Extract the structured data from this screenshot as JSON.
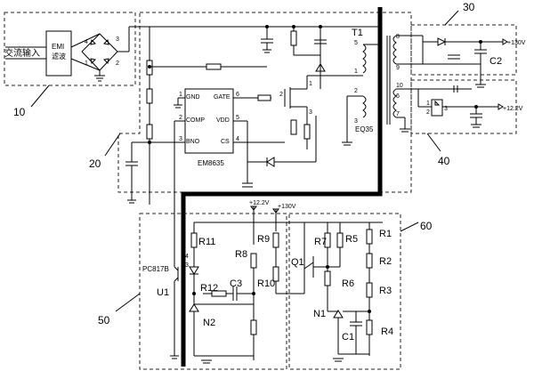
{
  "blocks": {
    "emi_input": "交流输入",
    "emi_filter_line1": "EMI",
    "emi_filter_line2": "滤波",
    "label_10": "10",
    "label_20": "20",
    "label_30": "30",
    "label_40": "40",
    "label_50": "50",
    "label_60": "60"
  },
  "controller": {
    "name": "EM8635",
    "pins": {
      "p1": "GND",
      "p2": "COMP",
      "p3": "BNO",
      "p6": "GATE",
      "p5": "VDD",
      "p4": "CS"
    },
    "pin_numbers": [
      "1",
      "2",
      "3",
      "6",
      "5",
      "4"
    ]
  },
  "transformer": {
    "name": "T1",
    "core": "EQ35",
    "pins": [
      "5",
      "1",
      "2",
      "3",
      "8",
      "9",
      "10",
      "6",
      "7"
    ]
  },
  "outputs": {
    "v130": "+130V",
    "v12": "+12.2V",
    "c2": "C2"
  },
  "bridge_pins": [
    "4",
    "3",
    "2",
    "1"
  ],
  "mosfet_pins": [
    "2",
    "1",
    "3"
  ],
  "regulator_pins": [
    "1",
    "2",
    "3"
  ],
  "optocoupler": {
    "part": "PC817B",
    "name": "U1",
    "pins": [
      "4",
      "3"
    ]
  },
  "block50": {
    "rail": "+12.2V",
    "parts": [
      "R11",
      "R8",
      "R9",
      "R12",
      "C3",
      "R10",
      "N2"
    ]
  },
  "block60": {
    "rail": "+130V",
    "parts": [
      "Q1",
      "R7",
      "R5",
      "R1",
      "R2",
      "R6",
      "R3",
      "N1",
      "C1",
      "R4"
    ]
  }
}
